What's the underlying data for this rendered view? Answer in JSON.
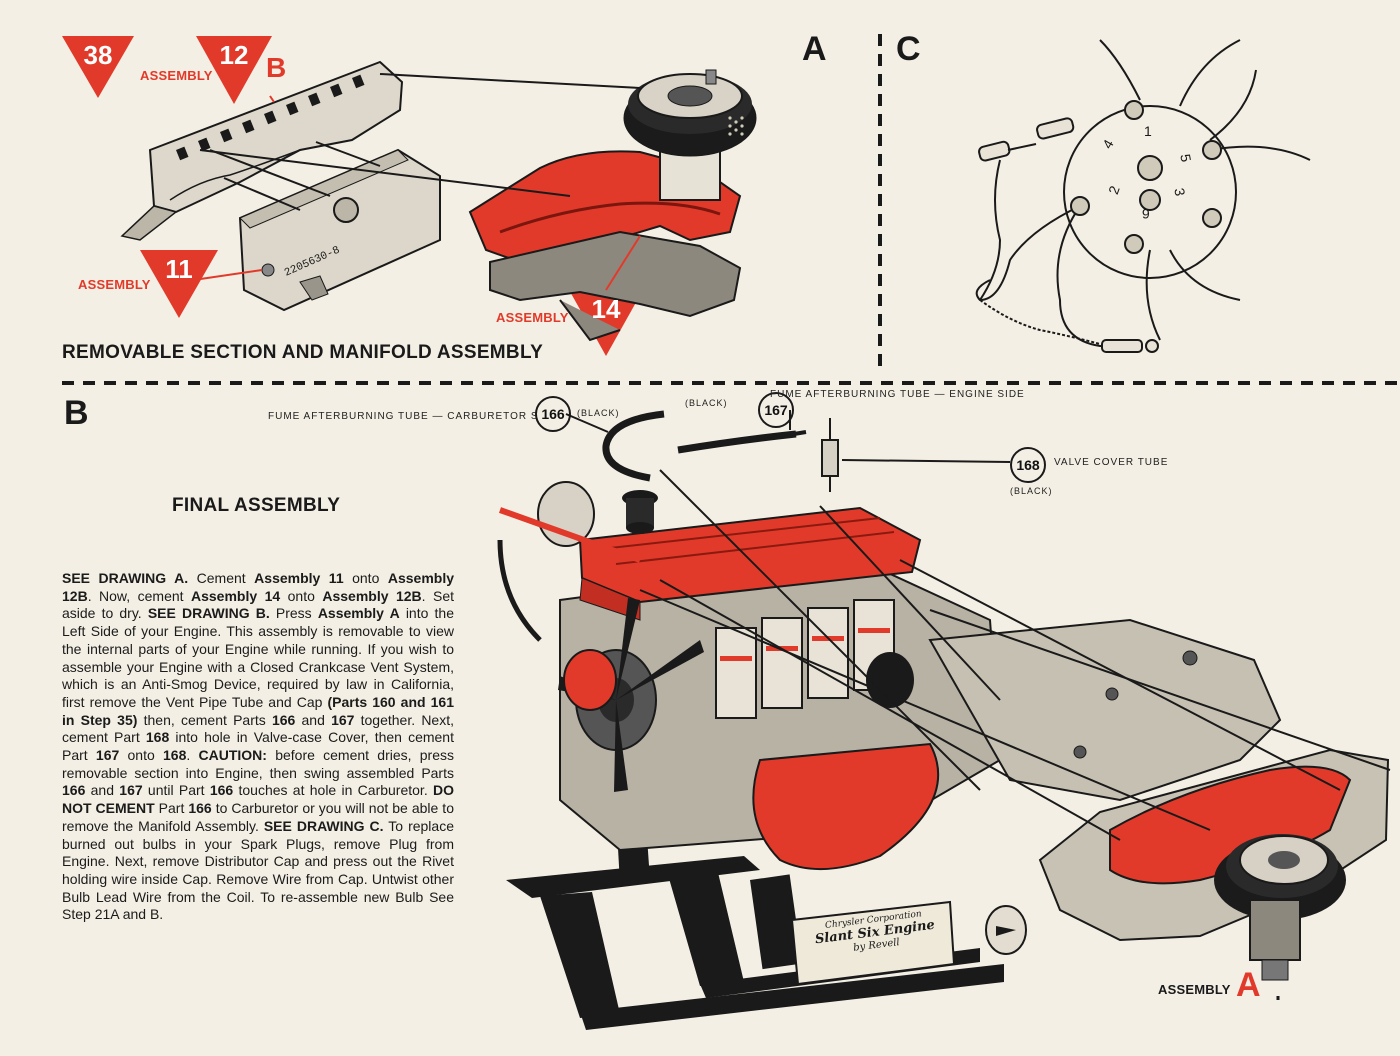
{
  "sections": {
    "a": "A",
    "b": "B",
    "c": "C"
  },
  "removable": {
    "title": "REMOVABLE SECTION AND MANIFOLD ASSEMBLY",
    "step38": "38",
    "asm12": {
      "word": "ASSEMBLY",
      "num": "12",
      "suffix": "B"
    },
    "asm11": {
      "word": "ASSEMBLY",
      "num": "11"
    },
    "asm14": {
      "word": "ASSEMBLY",
      "num": "14"
    },
    "tag_label": "2205630-8"
  },
  "distributor": {
    "numbers": [
      "1",
      "2",
      "3",
      "4",
      "5",
      "6"
    ]
  },
  "final": {
    "title": "FINAL ASSEMBLY",
    "part166": {
      "num": "166",
      "label": "FUME AFTERBURNING TUBE — CARBURETOR SIDE",
      "note": "(BLACK)"
    },
    "part167": {
      "num": "167",
      "label": "FUME AFTERBURNING TUBE — ENGINE SIDE",
      "note": "(BLACK)"
    },
    "part168": {
      "num": "168",
      "label": "VALVE COVER TUBE",
      "note": "(BLACK)"
    },
    "asmA": {
      "word": "ASSEMBLY",
      "letter": "A"
    },
    "plate": {
      "line1": "Chrysler Corporation",
      "line2": "Slant Six Engine",
      "line3": "by Revell"
    }
  },
  "instructions": [
    {
      "t": "SEE DRAWING A.",
      "b": true
    },
    {
      "t": " Cement ",
      "b": false
    },
    {
      "t": "Assembly 11",
      "b": true
    },
    {
      "t": " onto ",
      "b": false
    },
    {
      "t": "Assembly 12B",
      "b": true
    },
    {
      "t": ". Now, cement ",
      "b": false
    },
    {
      "t": "Assembly 14",
      "b": true
    },
    {
      "t": " onto ",
      "b": false
    },
    {
      "t": "Assembly 12B",
      "b": true
    },
    {
      "t": ". Set aside to dry. ",
      "b": false
    },
    {
      "t": "SEE DRAWING B.",
      "b": true
    },
    {
      "t": " Press ",
      "b": false
    },
    {
      "t": "Assembly A",
      "b": true
    },
    {
      "t": " into the Left Side of your Engine. This assembly is removable to view the internal parts of your Engine while running. If you wish to assemble your Engine with a Closed Crankcase Vent System, which is an Anti-Smog Device, required by law in California, first remove the Vent Pipe Tube and Cap ",
      "b": false
    },
    {
      "t": "(Parts 160 and 161 in Step 35)",
      "b": true
    },
    {
      "t": " then, cement Parts ",
      "b": false
    },
    {
      "t": "166",
      "b": true
    },
    {
      "t": " and ",
      "b": false
    },
    {
      "t": "167",
      "b": true
    },
    {
      "t": " together. Next, cement Part ",
      "b": false
    },
    {
      "t": "168",
      "b": true
    },
    {
      "t": " into hole in Valve-case Cover, then cement Part ",
      "b": false
    },
    {
      "t": "167",
      "b": true
    },
    {
      "t": " onto ",
      "b": false
    },
    {
      "t": "168",
      "b": true
    },
    {
      "t": ". ",
      "b": false
    },
    {
      "t": "CAUTION:",
      "b": true
    },
    {
      "t": " before cement dries, press removable section into Engine, then swing assembled Parts ",
      "b": false
    },
    {
      "t": "166",
      "b": true
    },
    {
      "t": " and ",
      "b": false
    },
    {
      "t": "167",
      "b": true
    },
    {
      "t": " until Part ",
      "b": false
    },
    {
      "t": "166",
      "b": true
    },
    {
      "t": " touches at hole in Carburetor. ",
      "b": false
    },
    {
      "t": "DO NOT CEMENT",
      "b": true
    },
    {
      "t": " Part ",
      "b": false
    },
    {
      "t": "166",
      "b": true
    },
    {
      "t": " to Carburetor or you will not be able to remove the Manifold Assembly. ",
      "b": false
    },
    {
      "t": "SEE DRAWING C.",
      "b": true
    },
    {
      "t": " To replace burned out bulbs in your Spark Plugs, remove Plug from Engine. Next, remove Distributor Cap and press out the Rivet holding wire inside Cap. Remove Wire from Cap. Untwist other Bulb Lead Wire from the Coil. To re-assemble new Bulb See Step 21A and B.",
      "b": false
    }
  ],
  "colors": {
    "paper": "#f3efe4",
    "red": "#e23a2a",
    "ink": "#1a1a1a"
  }
}
